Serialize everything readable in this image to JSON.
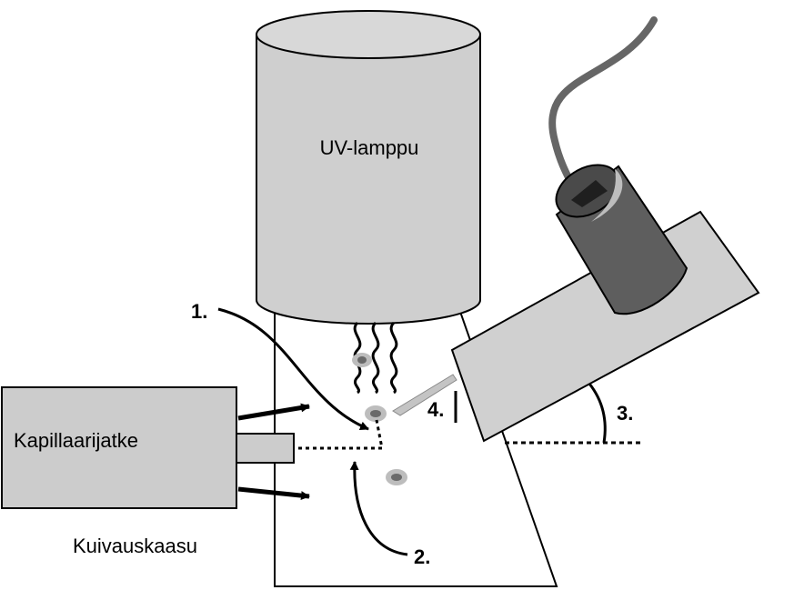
{
  "labels": {
    "uv_lamp": "UV-lamppu",
    "capillary": "Kapillaarijatke",
    "drying_gas": "Kuivauskaasu",
    "n1": "1.",
    "n2": "2.",
    "n3": "3.",
    "n4": "4."
  },
  "colors": {
    "outline": "#000000",
    "lamp_fill": "#cfcfcf",
    "lamp_top": "#d8d8d8",
    "plate_fill": "#ffffff",
    "capillary_fill": "#cccccc",
    "detector_plate": "#d0d0d0",
    "detector_body": "#5e5e5e",
    "cable": "#666666",
    "spot_outer": "#bdbdbd",
    "spot_inner": "#6a6a6a"
  }
}
